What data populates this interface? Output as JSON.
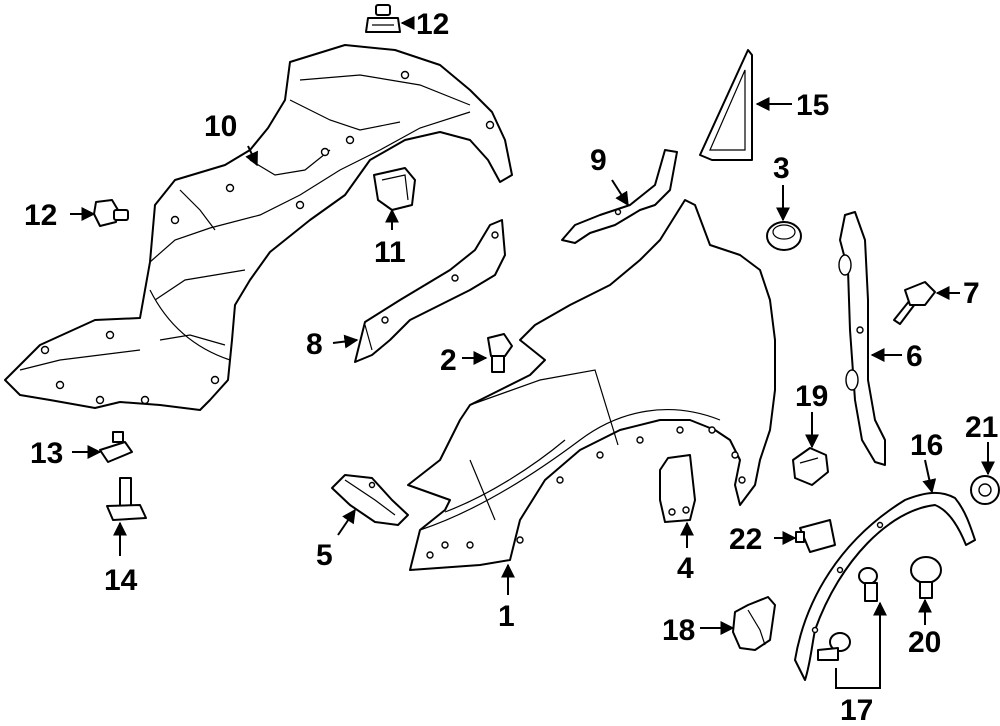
{
  "diagram": {
    "type": "parts exploded view",
    "callouts": [
      {
        "id": "c12a",
        "text": "12"
      },
      {
        "id": "c10",
        "text": "10"
      },
      {
        "id": "c12b",
        "text": "12"
      },
      {
        "id": "c11",
        "text": "11"
      },
      {
        "id": "c8",
        "text": "8"
      },
      {
        "id": "c13",
        "text": "13"
      },
      {
        "id": "c14",
        "text": "14"
      },
      {
        "id": "c5",
        "text": "5"
      },
      {
        "id": "c2",
        "text": "2"
      },
      {
        "id": "c9",
        "text": "9"
      },
      {
        "id": "c1",
        "text": "1"
      },
      {
        "id": "c4",
        "text": "4"
      },
      {
        "id": "c15",
        "text": "15"
      },
      {
        "id": "c3",
        "text": "3"
      },
      {
        "id": "c7",
        "text": "7"
      },
      {
        "id": "c6",
        "text": "6"
      },
      {
        "id": "c19",
        "text": "19"
      },
      {
        "id": "c16",
        "text": "16"
      },
      {
        "id": "c21",
        "text": "21"
      },
      {
        "id": "c22",
        "text": "22"
      },
      {
        "id": "c18",
        "text": "18"
      },
      {
        "id": "c20",
        "text": "20"
      },
      {
        "id": "c17",
        "text": "17"
      }
    ]
  }
}
